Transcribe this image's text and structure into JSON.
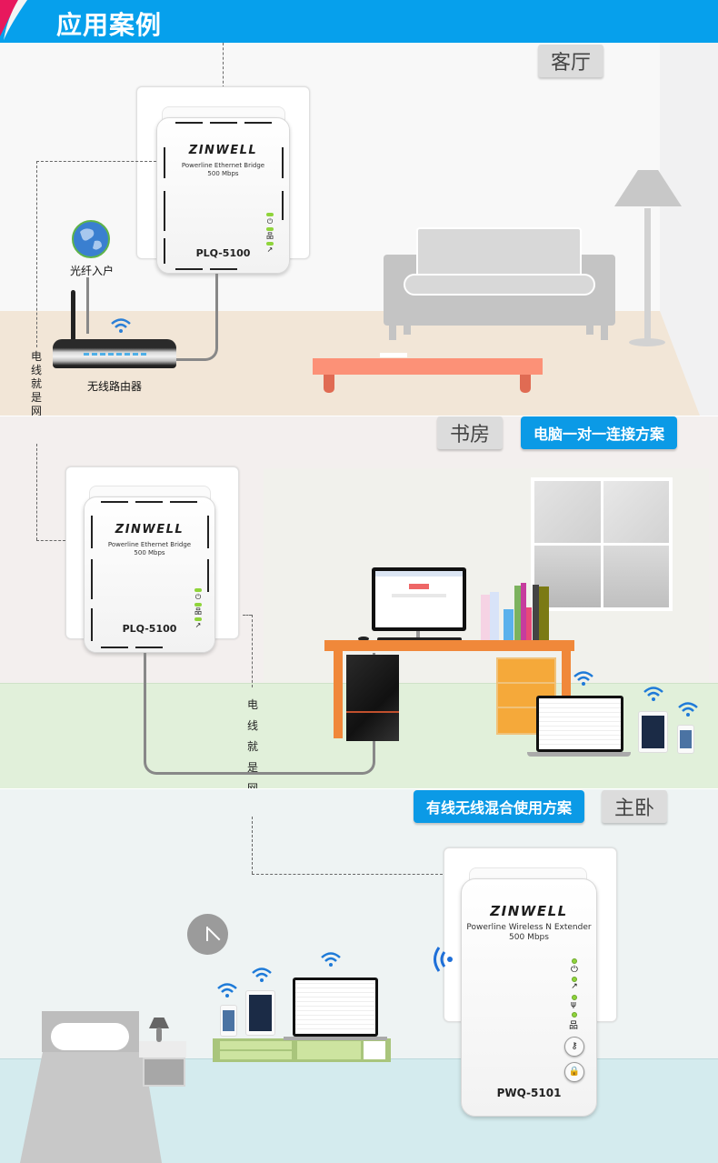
{
  "header": {
    "title": "应用案例",
    "accent_color": "#06a0ec"
  },
  "sections": {
    "living": {
      "room_label": "客厅",
      "adapter": {
        "brand": "ZINWELL",
        "subtitle_line1": "Powerline Ethernet Bridge",
        "subtitle_line2": "500 Mbps",
        "model": "PLQ-5100",
        "indicators": [
          "power-icon",
          "ethernet-icon",
          "powerline-icon"
        ]
      },
      "fiber_label": "光纤入户",
      "router_label": "无线路由器",
      "cable_note": "电线就是网络线"
    },
    "study": {
      "room_label": "书房",
      "scheme_label": "电脑一对一连接方案",
      "adapter": {
        "brand": "ZINWELL",
        "subtitle_line1": "Powerline Ethernet Bridge",
        "subtitle_line2": "500 Mbps",
        "model": "PLQ-5100",
        "indicators": [
          "power-icon",
          "ethernet-icon",
          "powerline-icon"
        ]
      },
      "cable_note": "电线就是网络线"
    },
    "bedroom": {
      "room_label": "主卧",
      "scheme_label": "有线无线混合使用方案",
      "adapter": {
        "brand": "ZINWELL",
        "subtitle_line1": "Powerline Wireless N Extender",
        "subtitle_line2": "500 Mbps",
        "model": "PWQ-5101",
        "indicators": [
          "power-icon",
          "powerline-icon",
          "wifi-antenna-icon",
          "ethernet-icon"
        ],
        "buttons": [
          "key-button",
          "lock-button"
        ]
      }
    }
  }
}
